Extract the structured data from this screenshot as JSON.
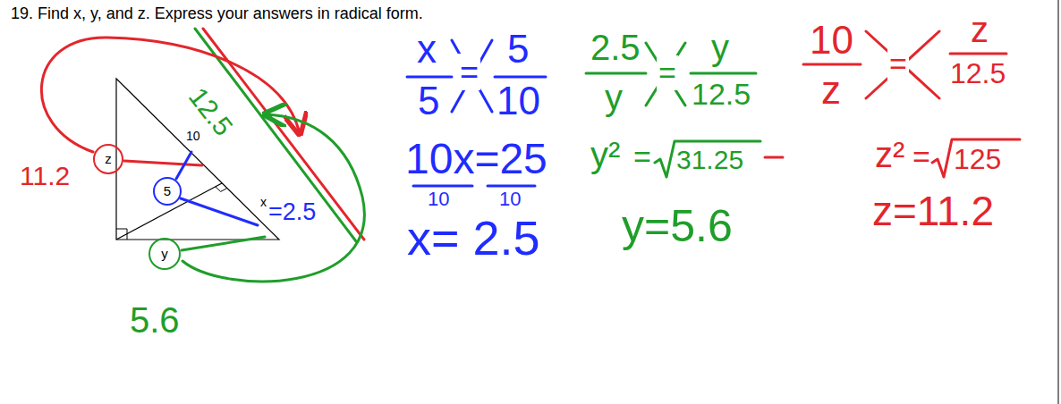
{
  "diagram": {
    "title": "19. Find x, y, and z. Express your answers in radical form.",
    "nodes": [
      {
        "text": [
          "z"
        ]
      },
      {
        "text": [
          "5"
        ]
      },
      {
        "text": [
          "y"
        ]
      }
    ],
    "labels": [
      "10",
      "x",
      "=2.5",
      "11.2",
      "12.5",
      "5.6",
      "x",
      "5",
      "=",
      "5",
      "10",
      "10x=25",
      "10",
      "10",
      "x= 2.5",
      "2.5",
      "y",
      "=",
      "y",
      "12.5",
      "y²",
      "=",
      "31.25",
      "y=5.6",
      "10",
      "z",
      "=",
      "z",
      "12.5",
      "z²",
      "=",
      "125",
      "z=11.2"
    ]
  }
}
